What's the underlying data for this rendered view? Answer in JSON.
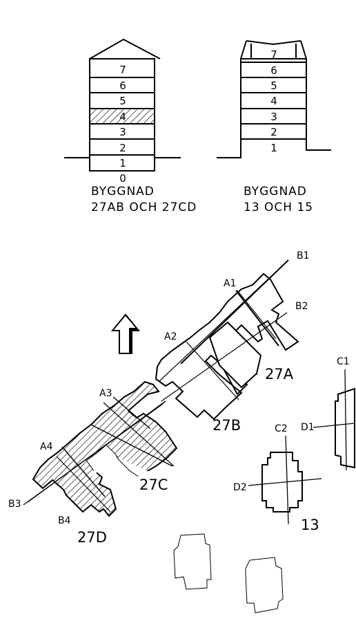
{
  "elevations": {
    "left": {
      "floors": [
        "0",
        "1",
        "2",
        "3",
        "4",
        "5",
        "6",
        "7"
      ],
      "caption_line1": "BYGGNAD",
      "caption_line2": "27AB OCH 27CD"
    },
    "right": {
      "floors": [
        "1",
        "2",
        "3",
        "4",
        "5",
        "6",
        "7"
      ],
      "caption_line1": "BYGGNAD",
      "caption_line2": "13 OCH 15"
    }
  },
  "plan": {
    "buildings": {
      "b27a": "27A",
      "b27b": "27B",
      "b27c": "27C",
      "b27d": "27D",
      "b13": "13"
    },
    "section_marks": {
      "a1": "A1",
      "a2": "A2",
      "a3": "A3",
      "a4": "A4",
      "b1": "B1",
      "b2": "B2",
      "b3": "B3",
      "b4": "B4",
      "c1": "C1",
      "c2": "C2",
      "d1": "D1",
      "d2": "D2"
    },
    "north_arrow_icon": "north-arrow-icon"
  }
}
